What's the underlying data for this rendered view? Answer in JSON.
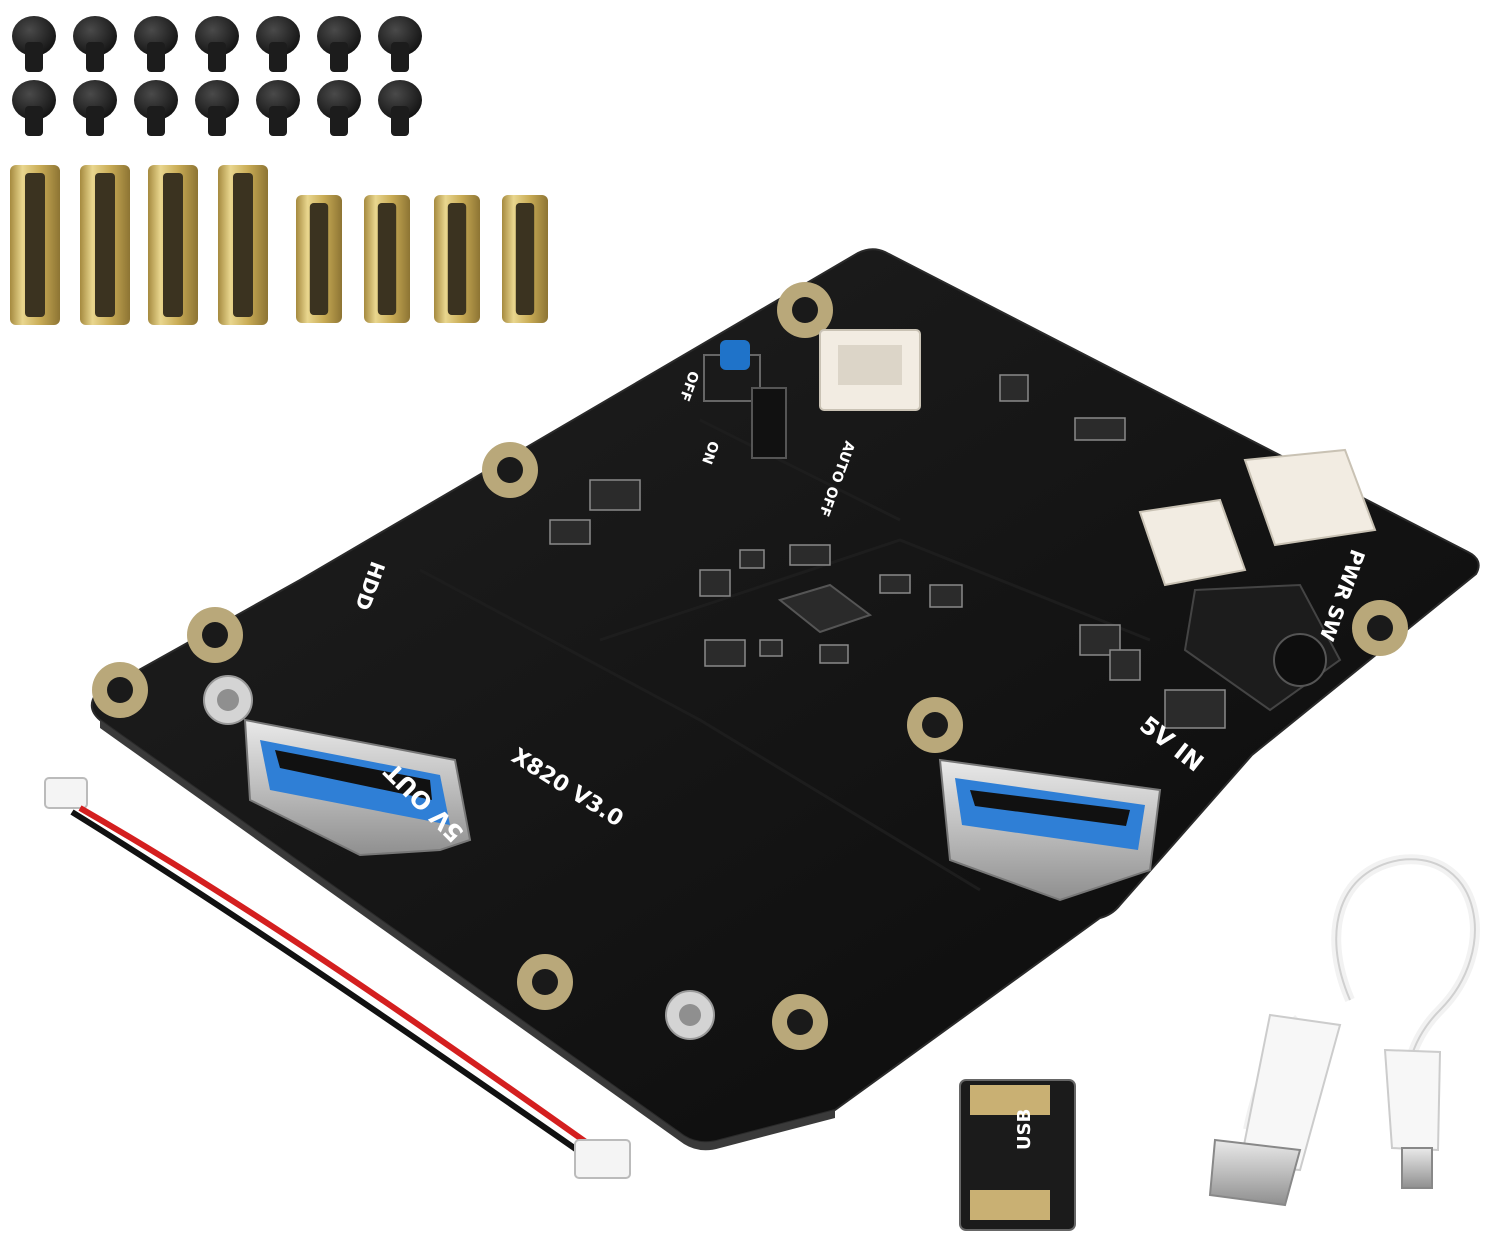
{
  "board": {
    "model_label": "X820 V3.0",
    "hdd_label": "HDD",
    "pwr_sw_label": "PWR SW",
    "power_in_label": "5V IN",
    "power_out_label": "5V OUT",
    "auto_on_label": "ON",
    "auto_off_label": "AUTO OFF",
    "off_label": "OFF"
  },
  "adapter": {
    "label": "USB"
  },
  "colors": {
    "pcb": "#111111",
    "pad_gold": "#b9a87a",
    "standoff_brass": "#c8b05f",
    "screw": "#1c1c1c",
    "usb_blue": "#2f7fd6",
    "button_blue": "#1f73c9",
    "cable_red": "#d41f1f",
    "cable_black": "#111111",
    "cable_white": "#f4f4f4"
  }
}
